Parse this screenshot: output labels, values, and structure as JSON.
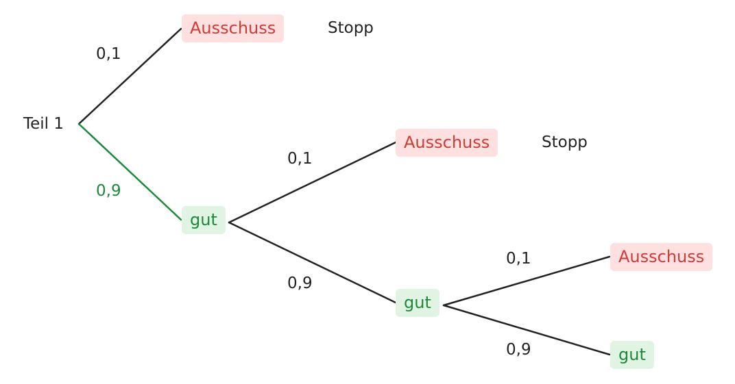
{
  "root": {
    "label": "Teil 1"
  },
  "stages": [
    {
      "bad": {
        "label": "Ausschuss",
        "prob": "0,1",
        "end": "Stopp"
      },
      "good": {
        "label": "gut",
        "prob": "0,9"
      }
    },
    {
      "bad": {
        "label": "Ausschuss",
        "prob": "0,1",
        "end": "Stopp"
      },
      "good": {
        "label": "gut",
        "prob": "0,9"
      }
    },
    {
      "bad": {
        "label": "Ausschuss",
        "prob": "0,1"
      },
      "good": {
        "label": "gut",
        "prob": "0,9"
      }
    }
  ],
  "colors": {
    "edge": "#222222",
    "highlight": "#1a8a3a",
    "bad_bg": "#fde0df",
    "bad_text": "#d03b36",
    "good_bg": "#e1f4e3",
    "good_text": "#1a8a3a"
  }
}
